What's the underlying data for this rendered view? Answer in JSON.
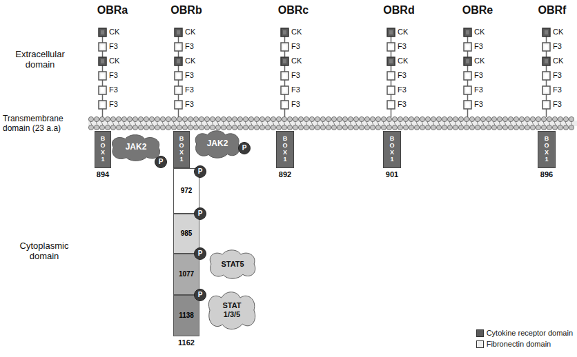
{
  "diagram": {
    "nodes": [
      {
        "text": [
          "BOX1"
        ]
      },
      {
        "text": [
          "JAK2"
        ]
      },
      {
        "text": [
          "P"
        ]
      },
      {
        "text": [
          "BOX1"
        ]
      },
      {
        "text": [
          "JAK2"
        ]
      },
      {
        "text": [
          "P"
        ]
      },
      {
        "text": [
          "BOX1"
        ]
      },
      {
        "text": [
          "BOX1"
        ]
      },
      {
        "text": [
          "BOX1"
        ]
      },
      {
        "text": [
          "972"
        ]
      },
      {
        "text": [
          "P"
        ]
      },
      {
        "text": [
          "985"
        ]
      },
      {
        "text": [
          "P"
        ]
      },
      {
        "text": [
          "1077"
        ]
      },
      {
        "text": [
          "P"
        ]
      },
      {
        "text": [
          "STAT5"
        ]
      },
      {
        "text": [
          "1138"
        ]
      },
      {
        "text": [
          "P"
        ]
      },
      {
        "text": [
          "STAT 1/3/5"
        ]
      }
    ],
    "labels": [
      "OBRa",
      "OBRb",
      "OBRc",
      "OBRd",
      "OBRe",
      "OBRf",
      "Extracellular domain",
      "Transmembrane domain (23 a.a)",
      "Cytoplasmic domain",
      "CK",
      "F3",
      "CK",
      "F3",
      "F3",
      "F3",
      "CK",
      "F3",
      "CK",
      "F3",
      "F3",
      "F3",
      "CK",
      "F3",
      "CK",
      "F3",
      "F3",
      "F3",
      "CK",
      "F3",
      "CK",
      "F3",
      "F3",
      "F3",
      "CK",
      "F3",
      "CK",
      "F3",
      "F3",
      "F3",
      "CK",
      "F3",
      "CK",
      "F3",
      "F3",
      "F3",
      "894",
      "1162",
      "892",
      "901",
      "896"
    ],
    "legend": [
      {
        "text": "Cytokine receptor domain",
        "color": "#5a5a5a"
      },
      {
        "text": "Fibronectin domain",
        "color": "#eeeeee"
      }
    ]
  }
}
